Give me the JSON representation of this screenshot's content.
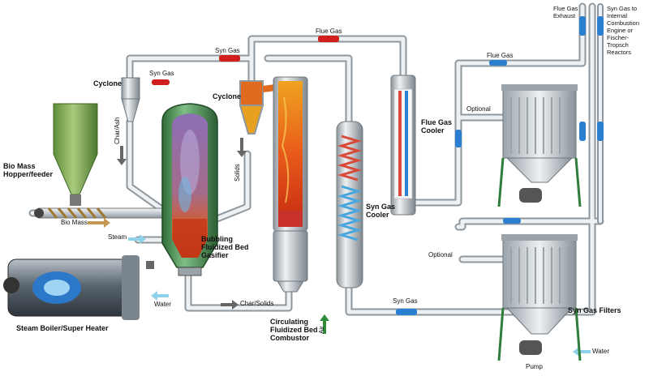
{
  "labels": {
    "cyclone_left": "Cyclone",
    "cyclone_right": "Cyclone",
    "bio_mass_hopper": [
      "Bio Mass",
      "Hopper/feeder"
    ],
    "bio_mass": "Bio Mass",
    "steam": "Steam",
    "water_boiler": "Water",
    "steam_boiler": "Steam Boiler/Super Heater",
    "gasifier": [
      "Bubbling",
      "Fluidized Bed",
      "Gasifier"
    ],
    "char_ash": "Char/Ash",
    "solids": "Solids",
    "char_solids": "Char/Solids",
    "combustor": [
      "Circulating",
      "Fluidized Bed",
      "Combustor"
    ],
    "air": "Air",
    "syn_gas_top": "Syn Gas",
    "syn_gas_cyclone": "Syn Gas",
    "flue_gas_top": "Flue Gas",
    "flue_gas_cooler": [
      "Flue Gas",
      "Cooler"
    ],
    "syn_gas_cooler": [
      "Syn Gas",
      "Cooler"
    ],
    "syn_gas_bottom": "Syn Gas",
    "flue_gas_right": "Flue Gas",
    "optional_top": "Optional",
    "optional_bottom": "Optional",
    "flue_gas_exhaust": [
      "Flue Gas",
      "Exhaust"
    ],
    "syn_gas_to": [
      "Syn Gas to",
      "Internal",
      "Combustion",
      "Engine or",
      "Fischer-",
      "Tropsch",
      "Reactors"
    ],
    "syn_gas_filters": "Syn Gas Filters",
    "pump": "Pump",
    "water_filter": "Water"
  },
  "colors": {
    "pipe": "#c9cfd4",
    "pipe_outline": "#8f989f",
    "gasifier_shell": "#4f8f55",
    "hot_flame": "#e8581c",
    "flow_arrow_red": "#d11f1f",
    "flow_arrow_blue": "#2a7fd0",
    "steam_arrow": "#8fd0ea",
    "air_arrow": "#2e8b3a"
  }
}
